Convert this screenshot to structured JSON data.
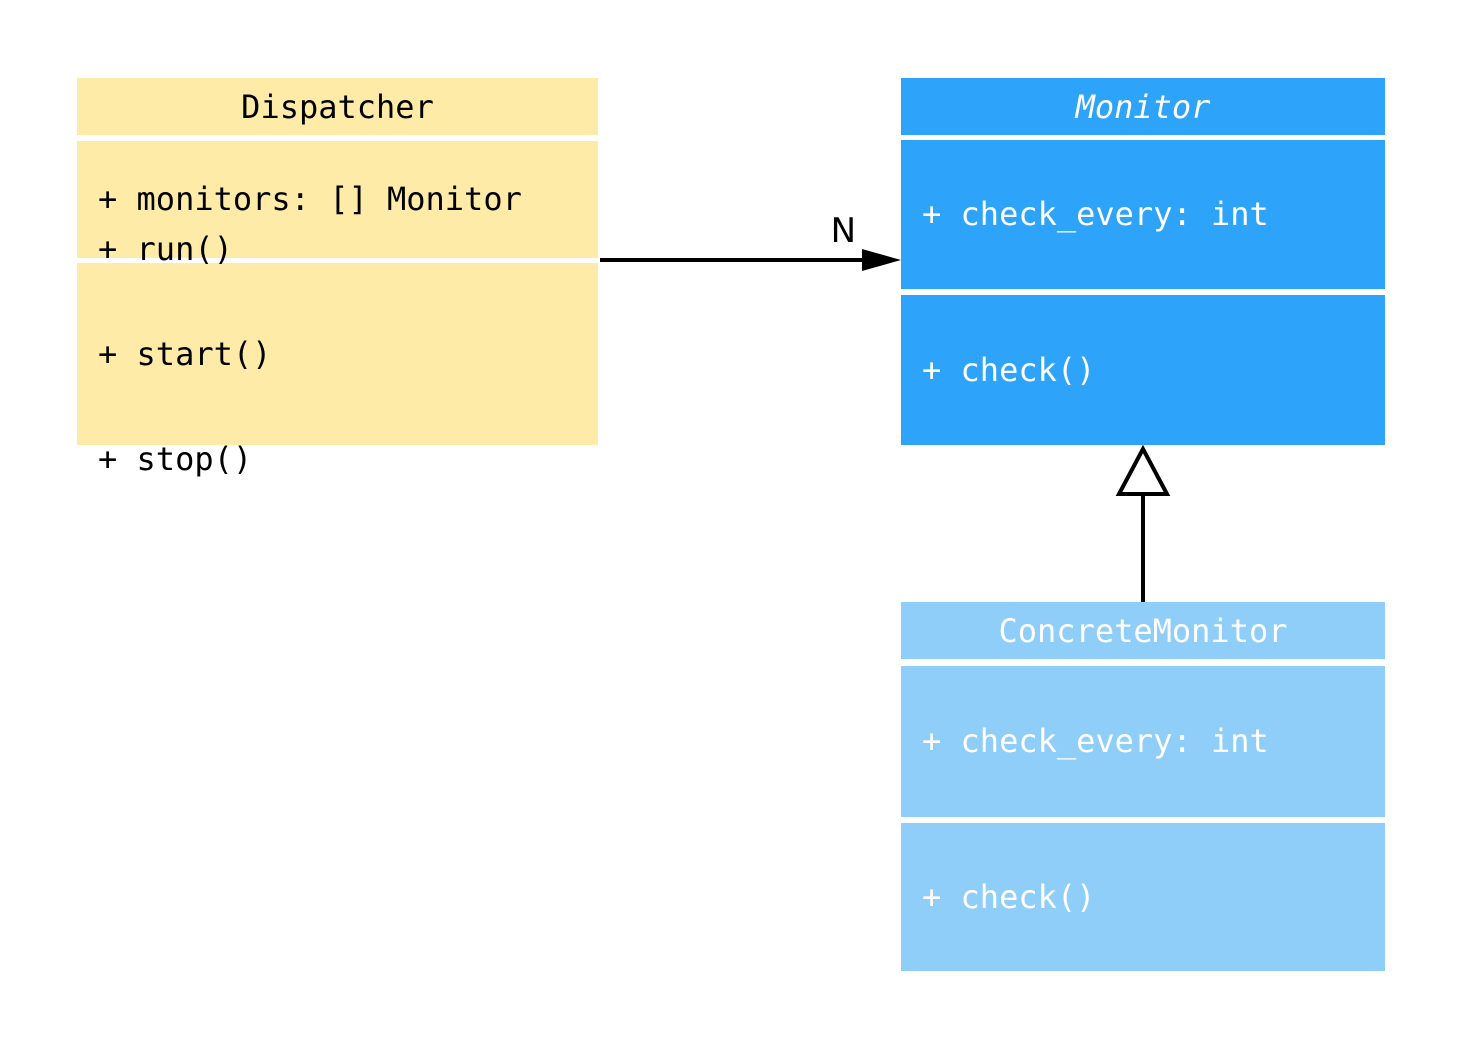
{
  "diagram": {
    "kind": "uml-class-diagram",
    "background_color": "#FFFFFF",
    "line_color": "#000000",
    "classes": [
      {
        "name": "Dispatcher",
        "abstract": false,
        "attributes": [
          "+ monitors: [] Monitor"
        ],
        "methods": [
          "+ run()",
          "+ start()",
          "+ stop()"
        ],
        "fill_color": "#FDEBA7",
        "text_color": "#000000"
      },
      {
        "name": "Monitor",
        "abstract": true,
        "attributes": [
          "+ check_every: int"
        ],
        "methods": [
          "+ check()"
        ],
        "fill_color": "#2EA3FA",
        "text_color": "#FFFFFF"
      },
      {
        "name": "ConcreteMonitor",
        "abstract": false,
        "attributes": [
          "+ check_every: int"
        ],
        "methods": [
          "+ check()"
        ],
        "fill_color": "#90CEFA",
        "text_color": "#FFFFFF"
      }
    ],
    "relationships": [
      {
        "type": "association",
        "from": "Dispatcher",
        "to": "Monitor",
        "label": "N"
      },
      {
        "type": "inheritance",
        "from": "ConcreteMonitor",
        "to": "Monitor",
        "label": ""
      }
    ]
  }
}
